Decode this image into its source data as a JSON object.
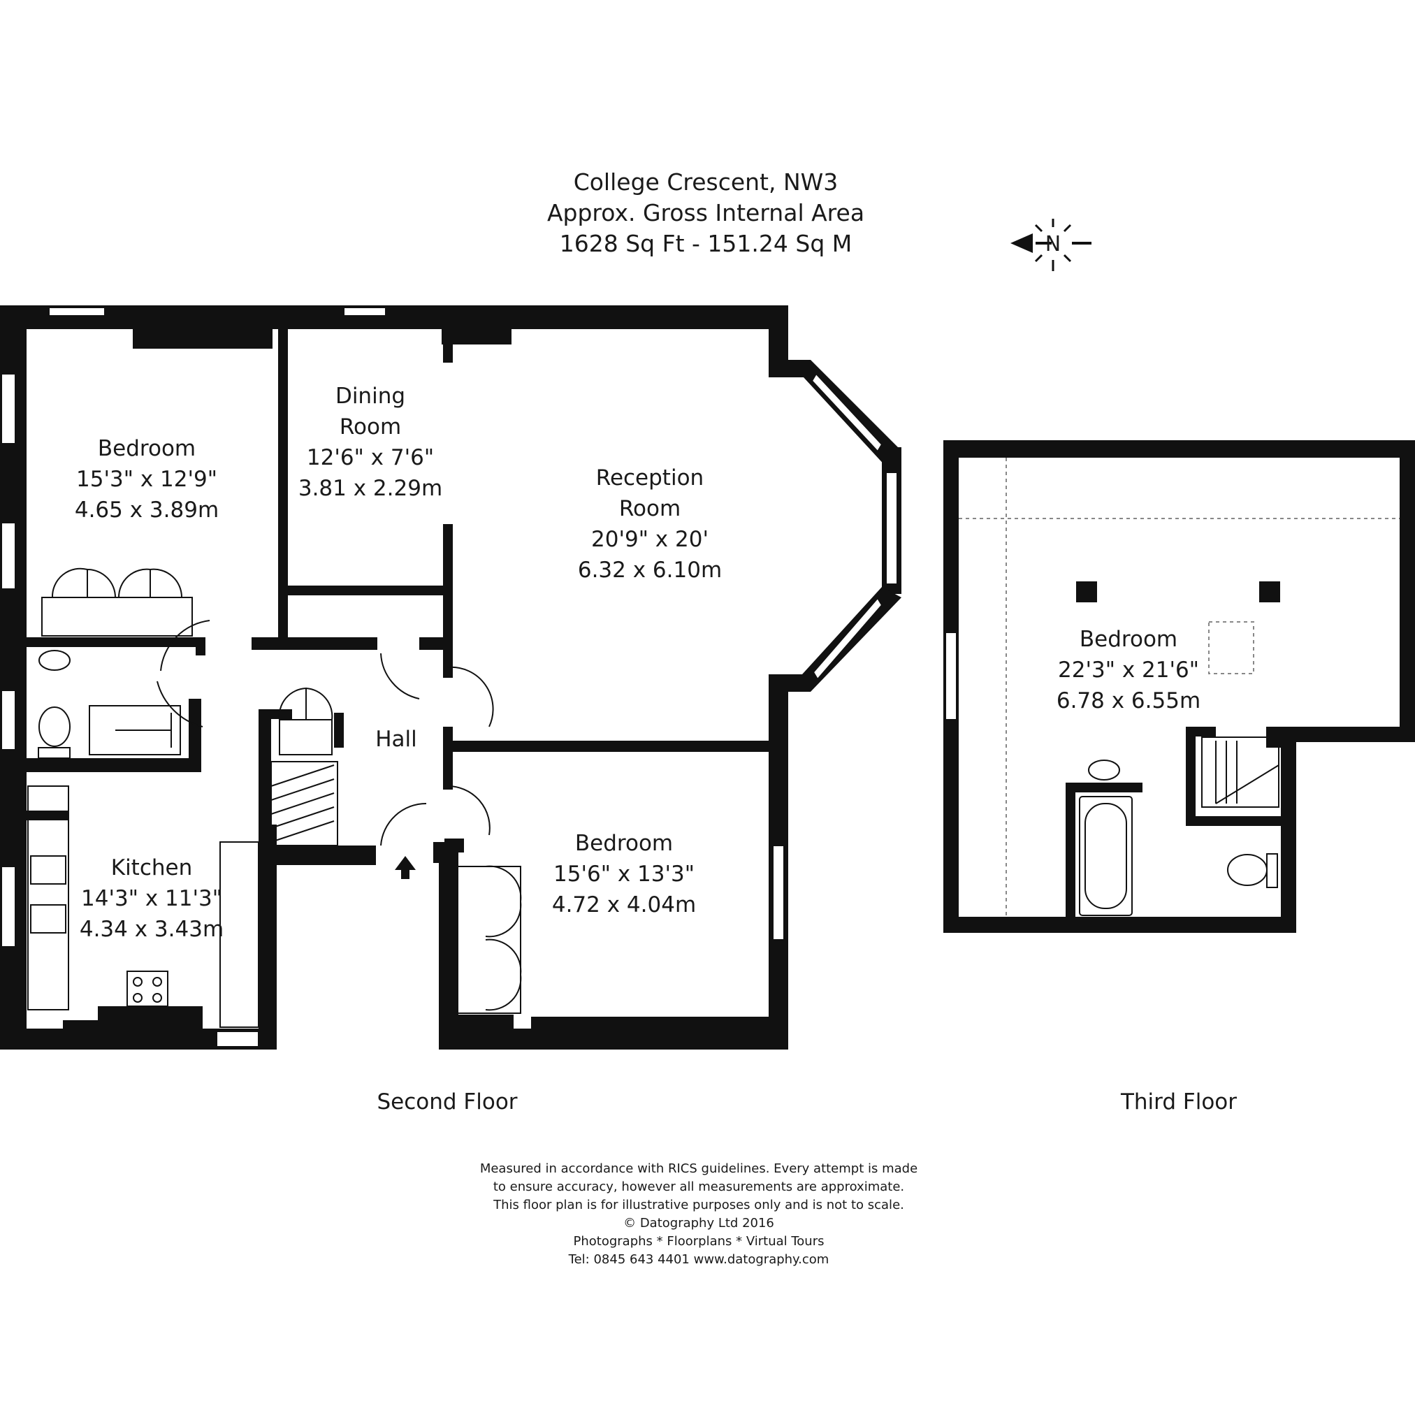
{
  "header": {
    "address": "College Crescent, NW3",
    "area_title": "Approx. Gross Internal Area",
    "area_value": "1628 Sq Ft  -  151.24 Sq M"
  },
  "compass": {
    "label": "N"
  },
  "second_floor": {
    "label": "Second Floor",
    "rooms": {
      "bedroom_1": {
        "name": "Bedroom",
        "imperial": "15'3\" x 12'9\"",
        "metric": "4.65 x 3.89m"
      },
      "dining": {
        "name_line1": "Dining",
        "name_line2": "Room",
        "imperial": "12'6\" x 7'6\"",
        "metric": "3.81 x 2.29m"
      },
      "reception": {
        "name_line1": "Reception",
        "name_line2": "Room",
        "imperial": "20'9\" x 20'",
        "metric": "6.32 x 6.10m"
      },
      "hall": {
        "name": "Hall"
      },
      "kitchen": {
        "name": "Kitchen",
        "imperial": "14'3\" x 11'3\"",
        "metric": "4.34 x 3.43m"
      },
      "bedroom_2": {
        "name": "Bedroom",
        "imperial": "15'6\" x 13'3\"",
        "metric": "4.72 x 4.04m"
      }
    }
  },
  "third_floor": {
    "label": "Third Floor",
    "rooms": {
      "bedroom_3": {
        "name": "Bedroom",
        "imperial": "22'3\" x 21'6\"",
        "metric": "6.78 x 6.55m"
      }
    }
  },
  "disclaimer": {
    "line1": "Measured in accordance with RICS guidelines. Every attempt is made",
    "line2": "to ensure accuracy, however all measurements are approximate.",
    "line3": "This floor plan is for illustrative purposes only and is not to scale.",
    "line4": "© Datography Ltd 2016",
    "line5": "Photographs * Floorplans * Virtual Tours",
    "line6": "Tel: 0845 643 4401 www.datography.com"
  }
}
